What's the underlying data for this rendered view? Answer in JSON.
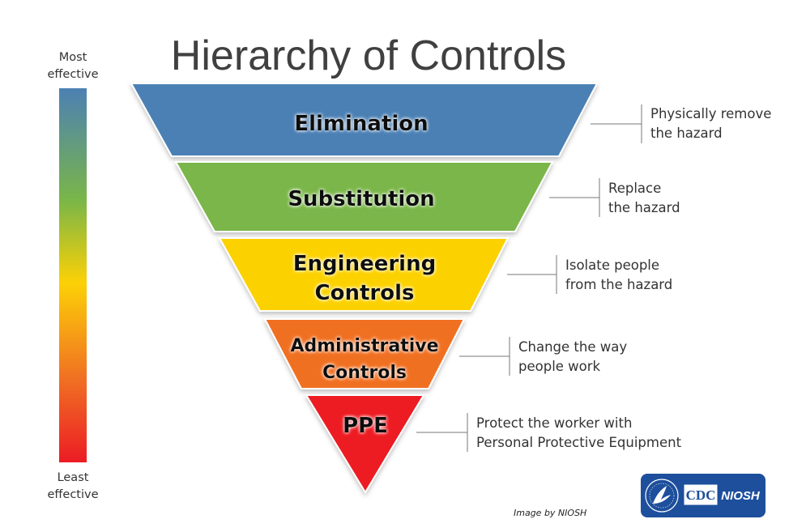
{
  "title": "Hierarchy of Controls",
  "scale": {
    "top_line1": "Most",
    "top_line2": "effective",
    "bottom_line1": "Least",
    "bottom_line2": "effective"
  },
  "tiers": [
    {
      "label_line1": "Elimination",
      "label_line2": "",
      "color": "#4c80b4",
      "desc_line1": "Physically remove",
      "desc_line2": "the hazard"
    },
    {
      "label_line1": "Substitution",
      "label_line2": "",
      "color": "#7ab648",
      "desc_line1": "Replace",
      "desc_line2": "the hazard"
    },
    {
      "label_line1": "Engineering",
      "label_line2": "Controls",
      "color": "#fcd106",
      "desc_line1": "Isolate people",
      "desc_line2": "from the hazard"
    },
    {
      "label_line1": "Administrative",
      "label_line2": "Controls",
      "color": "#f06f23",
      "desc_line1": "Change the way",
      "desc_line2": "people work"
    },
    {
      "label_line1": "PPE",
      "label_line2": "",
      "color": "#ec1c24",
      "desc_line1": "Protect the worker with",
      "desc_line2": "Personal Protective Equipment"
    }
  ],
  "credit": "Image by NIOSH",
  "logo": {
    "icon": "hhs-eagle-icon",
    "text1": "CDC",
    "text2": "NIOSH",
    "color": "#1d4f9c"
  }
}
